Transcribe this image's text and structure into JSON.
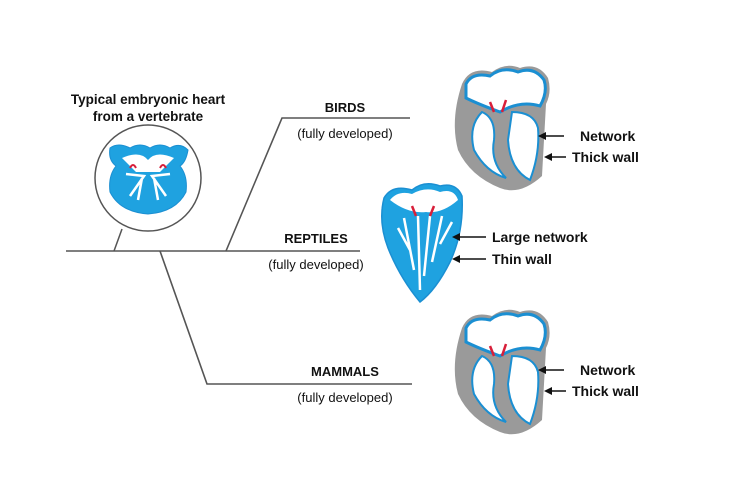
{
  "title": {
    "line1": "Typical  embryonic heart",
    "line2": "from a vertebrate"
  },
  "branches": [
    {
      "name": "BIRDS",
      "subtitle": "(fully developed)",
      "annotations": [
        "Network",
        "Thick wall"
      ]
    },
    {
      "name": "REPTILES",
      "subtitle": "(fully developed)",
      "annotations": [
        "Large network",
        "Thin wall"
      ]
    },
    {
      "name": "MAMMALS",
      "subtitle": "(fully developed)",
      "annotations": [
        "Network",
        "Thick wall"
      ]
    }
  ],
  "colors": {
    "line": "#555555",
    "heart_blue": "#1fa2e0",
    "heart_outline": "#1b8fd2",
    "wall_gray": "#9a9a9a",
    "valve_red": "#d81f3a"
  }
}
